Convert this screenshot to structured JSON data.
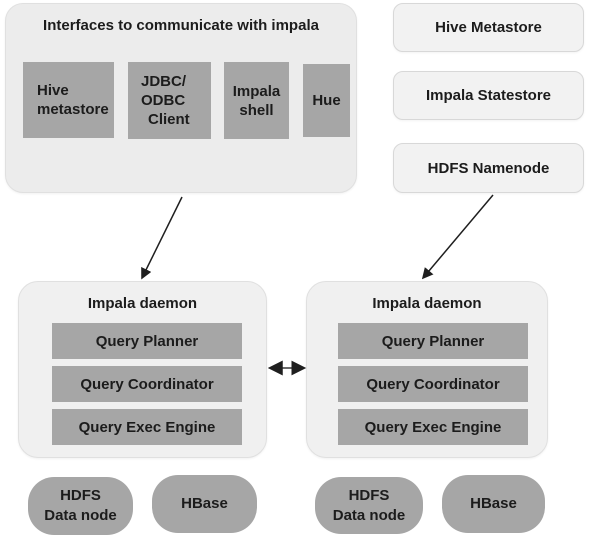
{
  "colors": {
    "page_bg": "#ffffff",
    "panel_bg": "#ececec",
    "panel_border": "#e0e0e0",
    "node_bg": "#f2f2f2",
    "node_border": "#d8d8d8",
    "block_bg": "#a6a6a6",
    "text": "#1c1c1c",
    "arrow": "#1f1f1f"
  },
  "interfaces_panel": {
    "title": "Interfaces to communicate with impala",
    "boxes": [
      {
        "id": "hive-metastore",
        "lines": [
          "Hive",
          "metastore"
        ]
      },
      {
        "id": "jdbc-odbc-client",
        "lines": [
          "JDBC/",
          "ODBC",
          "Client"
        ]
      },
      {
        "id": "impala-shell",
        "lines": [
          "Impala",
          "shell"
        ]
      },
      {
        "id": "hue",
        "lines": [
          "Hue"
        ]
      }
    ]
  },
  "side_nodes": [
    {
      "label": "Hive Metastore"
    },
    {
      "label": "Impala Statestore"
    },
    {
      "label": "HDFS Namenode"
    }
  ],
  "daemons": [
    {
      "title": "Impala daemon",
      "components": [
        "Query Planner",
        "Query Coordinator",
        "Query Exec Engine"
      ]
    },
    {
      "title": "Impala daemon",
      "components": [
        "Query Planner",
        "Query Coordinator",
        "Query Exec Engine"
      ]
    }
  ],
  "storage_nodes": [
    {
      "lines": [
        "HDFS",
        "Data node"
      ]
    },
    {
      "lines": [
        "HBase"
      ]
    },
    {
      "lines": [
        "HDFS",
        "Data node"
      ]
    },
    {
      "lines": [
        "HBase"
      ]
    }
  ]
}
